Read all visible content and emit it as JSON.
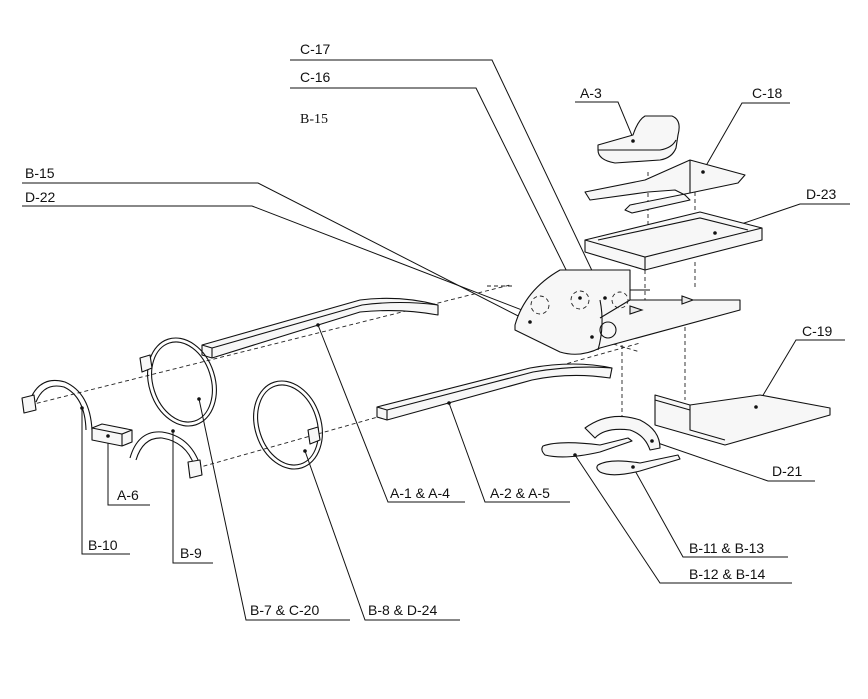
{
  "diagram": {
    "labels": {
      "c17": "C-17",
      "c16": "C-16",
      "b15_top": "B-15",
      "b15": "B-15",
      "d22": "D-22",
      "a3": "A-3",
      "c18": "C-18",
      "d23": "D-23",
      "c19": "C-19",
      "d21": "D-21",
      "b11_b13": "B-11 & B-13",
      "b12_b14": "B-12 & B-14",
      "a1_a4": "A-1 & A-4",
      "a2_a5": "A-2 & A-5",
      "a6": "A-6",
      "b10": "B-10",
      "b9": "B-9",
      "b7_c20": "B-7 & C-20",
      "b8_d24": "B-8 & D-24"
    }
  }
}
